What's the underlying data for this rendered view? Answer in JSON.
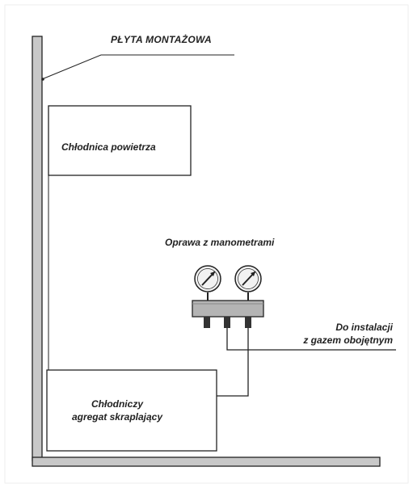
{
  "labels": {
    "mounting_plate": "PŁYTA MONTAŻOWA",
    "air_cooler": "Chłodnica powietrza",
    "manifold": "Oprawa z manometrami",
    "to_installation_line1": "Do instalacji",
    "to_installation_line2": "z gazem obojętnym",
    "condensing_unit_line1": "Chłodniczy",
    "condensing_unit_line2": "agregat skraplający"
  },
  "colors": {
    "plate_fill": "#c8c8c8",
    "line": "#222222",
    "manifold_fill": "#b4b4b4",
    "gauge_fill": "#f2f2f2"
  }
}
